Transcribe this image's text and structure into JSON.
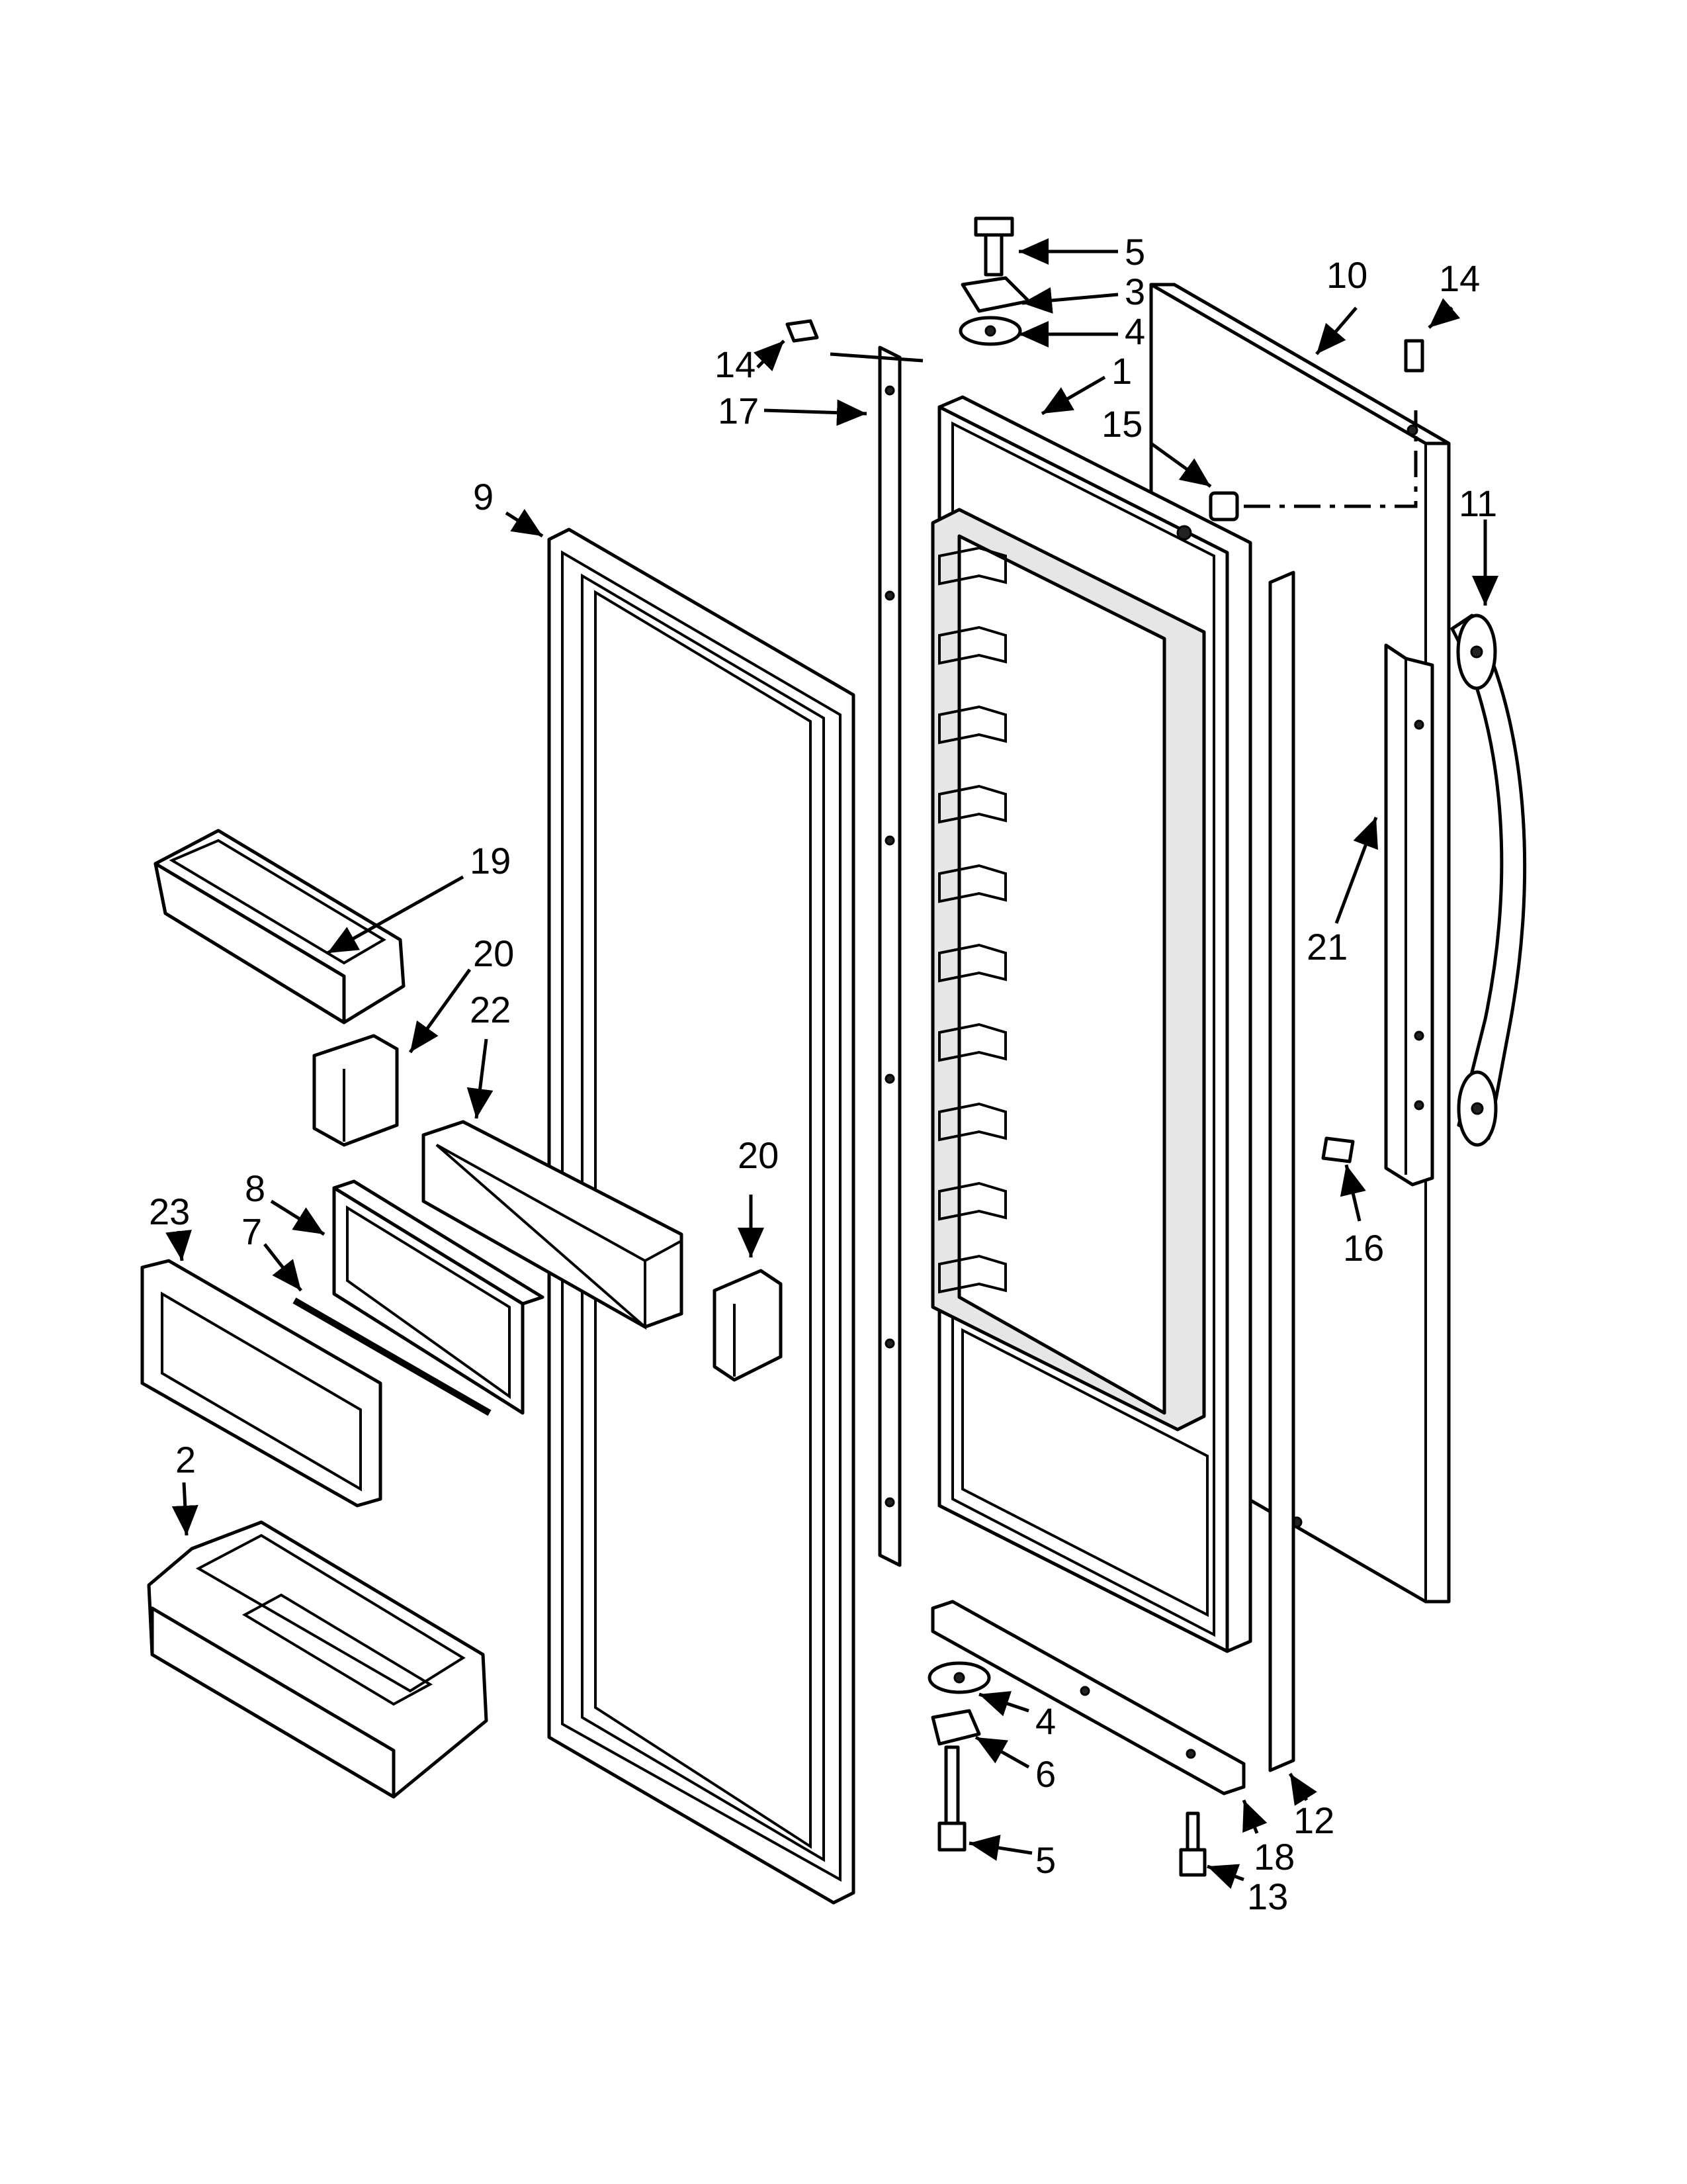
{
  "callouts": [
    {
      "id": "c5a",
      "label": "5"
    },
    {
      "id": "c3",
      "label": "3"
    },
    {
      "id": "c4a",
      "label": "4"
    },
    {
      "id": "c1",
      "label": "1"
    },
    {
      "id": "c10",
      "label": "10"
    },
    {
      "id": "c14a",
      "label": "14"
    },
    {
      "id": "c14b",
      "label": "14"
    },
    {
      "id": "c17",
      "label": "17"
    },
    {
      "id": "c15",
      "label": "15"
    },
    {
      "id": "c9",
      "label": "9"
    },
    {
      "id": "c11",
      "label": "11"
    },
    {
      "id": "c19",
      "label": "19"
    },
    {
      "id": "c20a",
      "label": "20"
    },
    {
      "id": "c22",
      "label": "22"
    },
    {
      "id": "c21",
      "label": "21"
    },
    {
      "id": "c20b",
      "label": "20"
    },
    {
      "id": "c8",
      "label": "8"
    },
    {
      "id": "c23",
      "label": "23"
    },
    {
      "id": "c7",
      "label": "7"
    },
    {
      "id": "c16",
      "label": "16"
    },
    {
      "id": "c2",
      "label": "2"
    },
    {
      "id": "c4b",
      "label": "4"
    },
    {
      "id": "c6",
      "label": "6"
    },
    {
      "id": "c12",
      "label": "12"
    },
    {
      "id": "c18",
      "label": "18"
    },
    {
      "id": "c5b",
      "label": "5"
    },
    {
      "id": "c13",
      "label": "13"
    }
  ]
}
